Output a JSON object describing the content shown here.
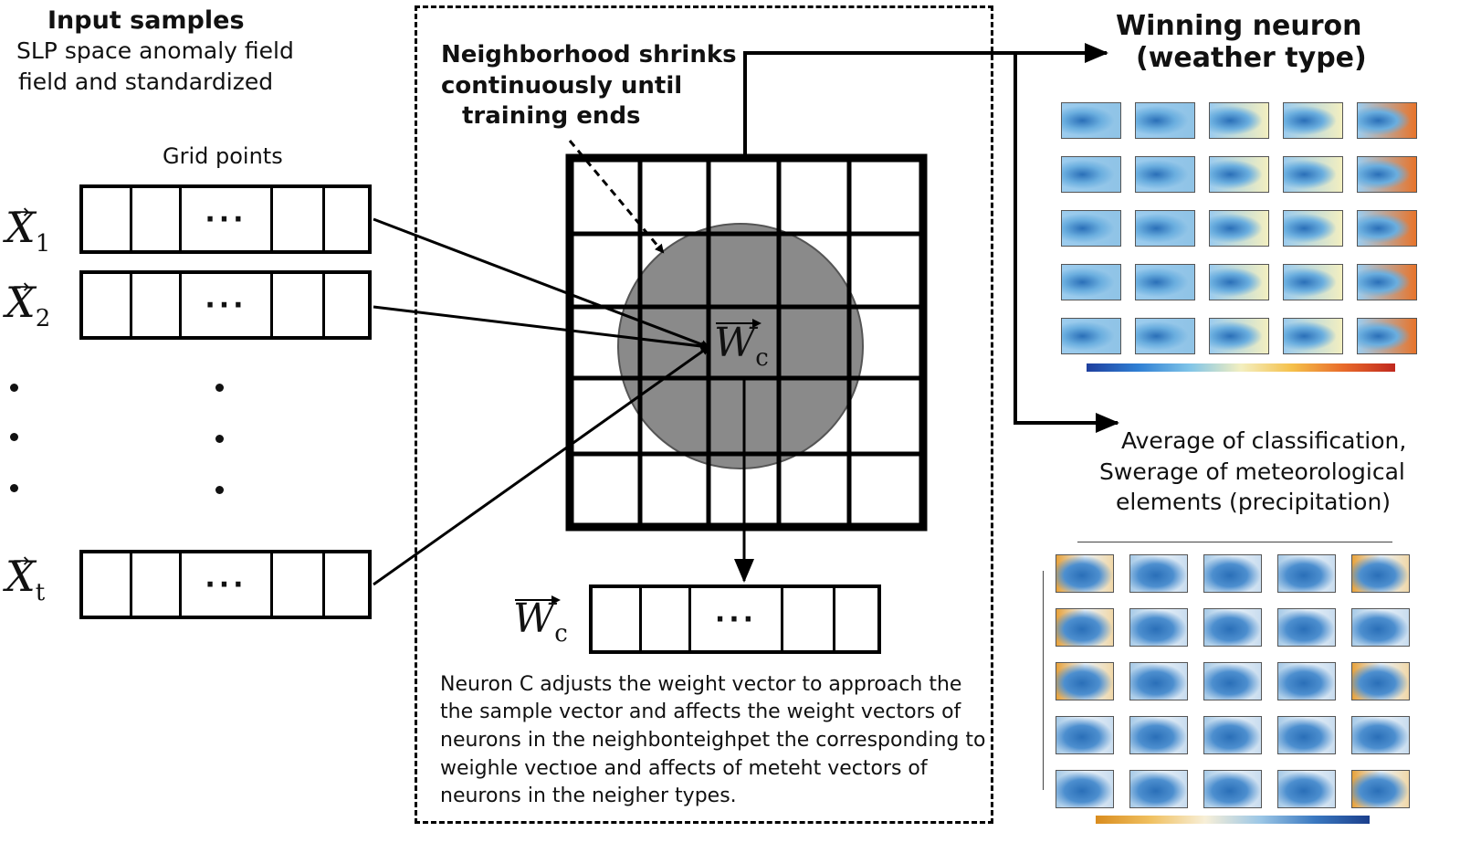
{
  "input": {
    "title": "Input samples",
    "desc_line1": "SLP space anomaly field",
    "desc_line2": "field and standardized",
    "grid_label": "Grid points",
    "ellipsis": "···",
    "vectors": [
      {
        "symbol": "X",
        "sub": "1"
      },
      {
        "symbol": "X",
        "sub": "2"
      },
      {
        "symbol": "X",
        "sub": "t"
      }
    ]
  },
  "center": {
    "note_line1": "Neighborhood shrinks",
    "note_line2": "continuously until",
    "note_line3": "training ends",
    "winner_symbol": "W",
    "winner_sub": "c",
    "output_symbol": "W",
    "output_sub": "c",
    "ellipsis": "···",
    "desc": [
      "Neuron C adjusts the weight vector to approach the",
      "the sample vector and affects the weight vectors of",
      "neurons in the neighbonteighpet the corresponding to",
      "weighle vectıoe and affects of meteht vectors of",
      "neurons in the neigher types."
    ]
  },
  "right": {
    "winning_line1": "Winning neuron",
    "winning_line2": "(weather type)",
    "avg_line1": "Average of classification,",
    "avg_line2": "Swerage of meteorological",
    "avg_line3": "elements (precipitation)"
  },
  "colors": {
    "neighborhood_fill": "#8a8a8a",
    "cold": "#2a6fb8",
    "warm": "#e8a23a",
    "light": "#f3efc0"
  }
}
